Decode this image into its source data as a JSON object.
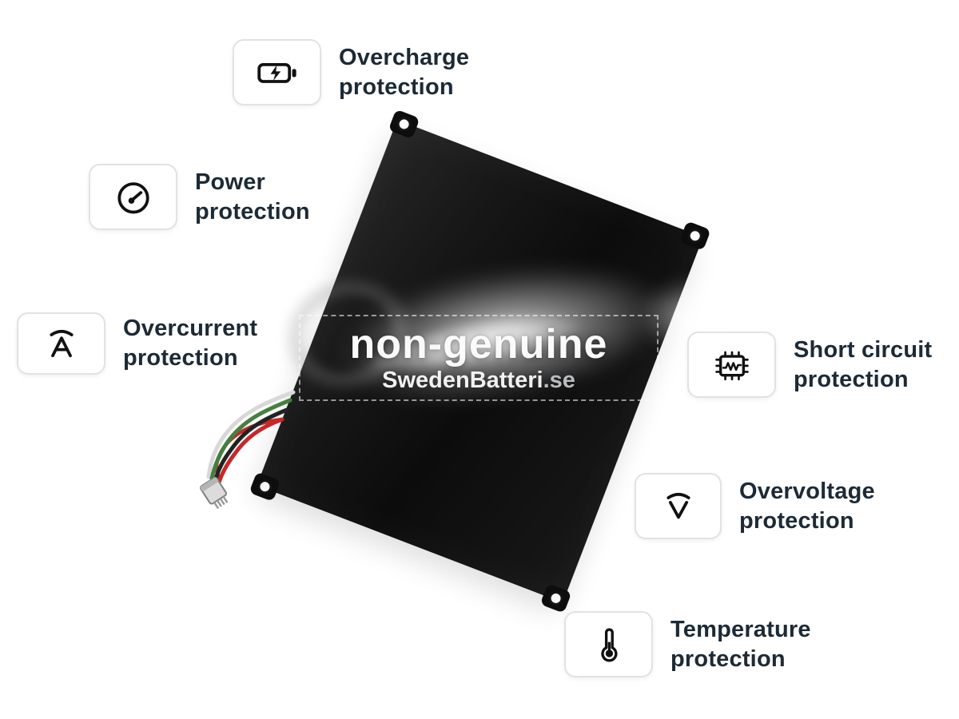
{
  "page": {
    "background": "#ffffff",
    "subject": "laptop battery product photo with protection feature callouts"
  },
  "watermark": {
    "title": "non-genuine",
    "brand": "SwedenBatteri",
    "brand_suffix": ".se"
  },
  "features": [
    {
      "id": "overcharge",
      "icon": "overcharge-battery-icon",
      "line1": "Overcharge",
      "line2": "protection"
    },
    {
      "id": "power",
      "icon": "power-gauge-icon",
      "line1": "Power",
      "line2": "protection"
    },
    {
      "id": "overcurrent",
      "icon": "overcurrent-ampere-icon",
      "line1": "Overcurrent",
      "line2": "protection"
    },
    {
      "id": "short-circuit",
      "icon": "short-circuit-chip-icon",
      "line1": "Short circuit",
      "line2": "protection"
    },
    {
      "id": "overvoltage",
      "icon": "overvoltage-icon",
      "line1": "Overvoltage",
      "line2": "protection"
    },
    {
      "id": "temperature",
      "icon": "temperature-thermometer-icon",
      "line1": "Temperature",
      "line2": "protection"
    }
  ],
  "colors": {
    "label_text": "#1d2a36",
    "card_border": "#e2e2e2",
    "battery_black": "#111111",
    "watermark_white": "#fafafa",
    "wire_red": "#c62828",
    "wire_green": "#45803f",
    "wire_white": "#d8d8d8",
    "wire_black": "#222222"
  }
}
